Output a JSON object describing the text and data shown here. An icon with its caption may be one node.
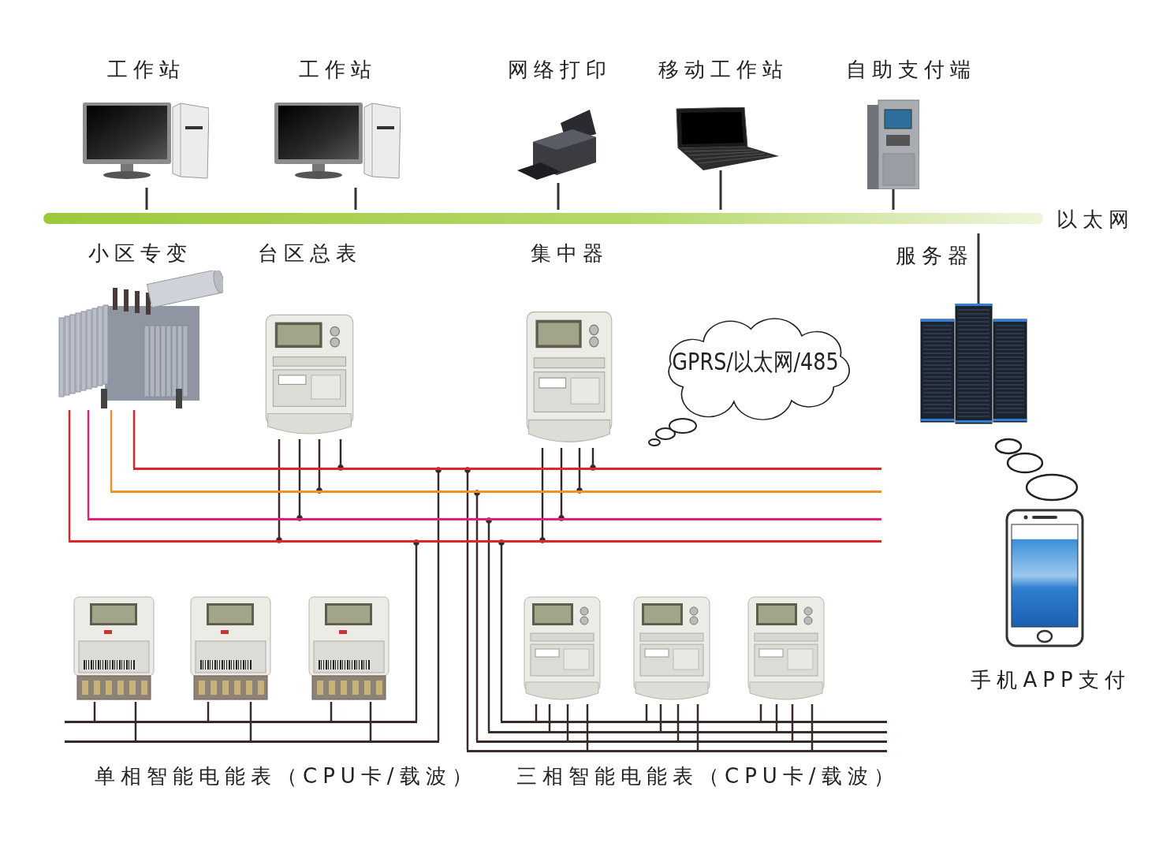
{
  "diagram": {
    "nodes": [
      {
        "text": [
          "以太网"
        ]
      },
      {
        "text": [
          "工作站"
        ]
      },
      {
        "text": [
          "工作站"
        ]
      },
      {
        "text": [
          "网络打印"
        ]
      },
      {
        "text": [
          "移动工作站"
        ]
      },
      {
        "text": [
          "自助支付端"
        ]
      },
      {
        "text": [],
        "shape": "picture"
      },
      {
        "text": [
          "小区专变"
        ]
      },
      {
        "text": [
          "台区总表"
        ]
      },
      {
        "text": [
          "集中器"
        ]
      },
      {
        "text": [
          "GPRS/以太网/485"
        ]
      },
      {
        "text": [
          "手机APP支付"
        ]
      },
      {
        "text": [],
        "shape": "picture"
      },
      {
        "text": [],
        "shape": "picture"
      },
      {
        "text": [],
        "shape": "picture"
      },
      {
        "text": [],
        "shape": "picture"
      },
      {
        "text": [],
        "shape": "picture"
      },
      {
        "text": [],
        "shape": "picture"
      },
      {
        "text": [],
        "shape": "bar"
      },
      {
        "text": [],
        "shape": "bar"
      },
      {
        "text": [],
        "shape": "bar"
      },
      {
        "text": [],
        "shape": "bar"
      },
      {
        "text": [],
        "shape": "bar"
      },
      {
        "text": [],
        "shape": "bar"
      },
      {
        "text": [],
        "shape": "bar"
      },
      {
        "text": [],
        "shape": "bar"
      },
      {
        "text": [],
        "shape": "bar"
      },
      {
        "text": [],
        "shape": "bar"
      }
    ],
    "edges": [
      {
        "from": 1,
        "to": 0,
        "arrow": "none"
      },
      {
        "from": 2,
        "to": 0,
        "arrow": "none"
      },
      {
        "from": 3,
        "to": 0,
        "arrow": "none"
      },
      {
        "from": 4,
        "to": 0,
        "arrow": "none"
      },
      {
        "from": 5,
        "to": 0,
        "arrow": "none"
      },
      {
        "from": 0,
        "to": 6,
        "arrow": "none"
      },
      {
        "from": 7,
        "to": 18,
        "arrow": "none",
        "color": "#e0242e"
      },
      {
        "from": 7,
        "to": 19,
        "arrow": "none",
        "color": "#f0902a"
      },
      {
        "from": 7,
        "to": 20,
        "arrow": "none",
        "color": "#e0207f"
      },
      {
        "from": 7,
        "to": 21,
        "arrow": "none",
        "color": "#e0242e"
      },
      {
        "from": 8,
        "to": 18,
        "arrow": "other"
      },
      {
        "from": 8,
        "to": 19,
        "arrow": "other"
      },
      {
        "from": 8,
        "to": 20,
        "arrow": "other"
      },
      {
        "from": 8,
        "to": 21,
        "arrow": "other"
      },
      {
        "from": 9,
        "to": 18,
        "arrow": "other"
      },
      {
        "from": 9,
        "to": 19,
        "arrow": "other"
      },
      {
        "from": 9,
        "to": 20,
        "arrow": "other"
      },
      {
        "from": 9,
        "to": 21,
        "arrow": "other"
      },
      {
        "from": 21,
        "to": 22,
        "arrow": "other"
      },
      {
        "from": 18,
        "to": 23,
        "arrow": "other"
      },
      {
        "from": 18,
        "to": 24,
        "arrow": "other"
      },
      {
        "from": 19,
        "to": 25,
        "arrow": "other"
      },
      {
        "from": 20,
        "to": 26,
        "arrow": "other"
      },
      {
        "from": 21,
        "to": 27,
        "arrow": "other"
      },
      {
        "from": 22,
        "to": 12,
        "arrow": "none"
      },
      {
        "from": 23,
        "to": 12,
        "arrow": "none"
      },
      {
        "from": 22,
        "to": 13,
        "arrow": "none"
      },
      {
        "from": 23,
        "to": 13,
        "arrow": "none"
      },
      {
        "from": 22,
        "to": 14,
        "arrow": "none"
      },
      {
        "from": 23,
        "to": 14,
        "arrow": "none"
      },
      {
        "from": 27,
        "to": 15,
        "arrow": "none"
      },
      {
        "from": 26,
        "to": 15,
        "arrow": "none"
      },
      {
        "from": 25,
        "to": 15,
        "arrow": "none"
      },
      {
        "from": 24,
        "to": 15,
        "arrow": "none"
      },
      {
        "from": 27,
        "to": 16,
        "arrow": "none"
      },
      {
        "from": 26,
        "to": 16,
        "arrow": "none"
      },
      {
        "from": 25,
        "to": 16,
        "arrow": "none"
      },
      {
        "from": 24,
        "to": 16,
        "arrow": "none"
      },
      {
        "from": 27,
        "to": 17,
        "arrow": "none"
      },
      {
        "from": 26,
        "to": 17,
        "arrow": "none"
      },
      {
        "from": 25,
        "to": 17,
        "arrow": "none"
      },
      {
        "from": 24,
        "to": 17,
        "arrow": "none"
      }
    ],
    "labels": [
      "服务器",
      "单相智能电能表（CPU卡/载波）",
      "三相智能电能表（CPU卡/载波）"
    ]
  }
}
